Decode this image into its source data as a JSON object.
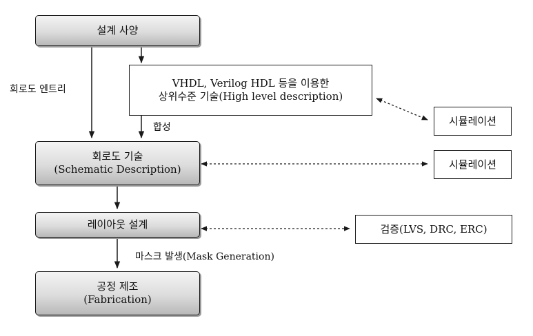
{
  "boxes": {
    "spec": "설계 사양",
    "hdl_line1": "VHDL, Verilog HDL 등을 이용한",
    "hdl_line2": "상위수준 기술(High level description)",
    "sim1": "시뮬레이션",
    "schem_line1": "회로도 기술",
    "schem_line2": "(Schematic Description)",
    "sim2": "시뮬레이션",
    "layout": "레이아웃 설계",
    "verify": "검증(LVS, DRC, ERC)",
    "fab_line1": "공정 제조",
    "fab_line2": "(Fabrication)"
  },
  "labels": {
    "circuit_entry": "회로도 엔트리",
    "synthesis": "합성",
    "mask_generation": "마스크 발생(Mask Generation)"
  }
}
